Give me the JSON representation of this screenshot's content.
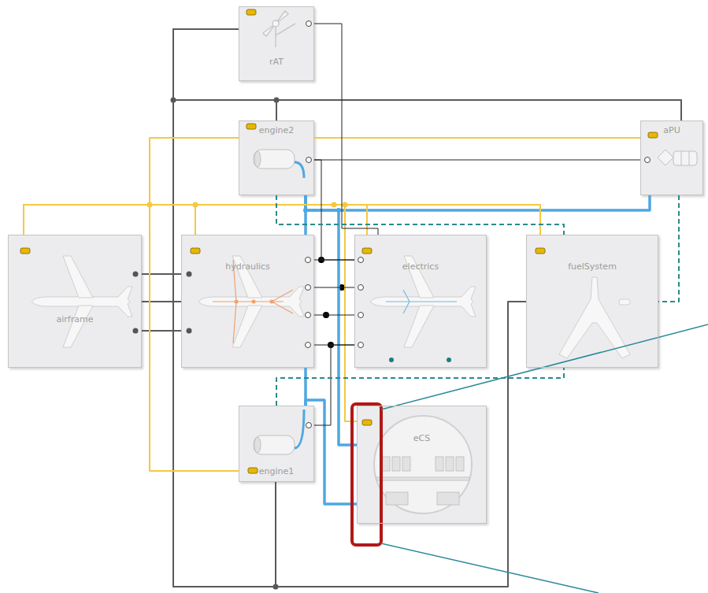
{
  "diagram": {
    "nodes": [
      {
        "text": [
          "rAT"
        ]
      },
      {
        "text": [
          "engine2"
        ]
      },
      {
        "text": [
          "aPU"
        ]
      },
      {
        "text": [
          "airframe"
        ]
      },
      {
        "text": [
          "hydraulics"
        ]
      },
      {
        "text": [
          "electrics"
        ]
      },
      {
        "text": [
          "fuelSystem"
        ]
      },
      {
        "text": [
          "engine1"
        ]
      },
      {
        "text": [
          "eCS"
        ]
      }
    ],
    "edges": [
      {
        "from": 0,
        "to": 1,
        "arrow": "none"
      },
      {
        "from": 1,
        "to": 2,
        "arrow": "none"
      },
      {
        "from": 0,
        "to": 7,
        "arrow": "none"
      },
      {
        "from": 7,
        "to": 6,
        "arrow": "none"
      },
      {
        "from": 3,
        "to": 4,
        "arrow": "none"
      },
      {
        "from": 3,
        "to": 4,
        "arrow": "none"
      },
      {
        "from": 3,
        "to": 4,
        "arrow": "none"
      },
      {
        "from": 1,
        "to": 4,
        "arrow": "none"
      },
      {
        "from": 1,
        "to": 2,
        "arrow": "none"
      },
      {
        "from": 7,
        "to": 4,
        "arrow": "none"
      },
      {
        "from": 7,
        "to": 8,
        "arrow": "none"
      },
      {
        "from": 1,
        "to": 8,
        "arrow": "none"
      },
      {
        "from": 3,
        "to": 1,
        "arrow": "none"
      },
      {
        "from": 3,
        "to": 4,
        "arrow": "none"
      },
      {
        "from": 3,
        "to": 7,
        "arrow": "none"
      },
      {
        "from": 1,
        "to": 2,
        "arrow": "none"
      },
      {
        "from": 4,
        "to": 6,
        "arrow": "none"
      },
      {
        "from": 4,
        "to": 5,
        "arrow": "none"
      },
      {
        "from": 4,
        "to": 8,
        "arrow": "none"
      },
      {
        "from": 4,
        "to": 5,
        "arrow": "none"
      },
      {
        "from": 4,
        "to": 5,
        "arrow": "none"
      },
      {
        "from": 4,
        "to": 5,
        "arrow": "none"
      },
      {
        "from": 4,
        "to": 5,
        "arrow": "none"
      },
      {
        "from": 1,
        "to": 5,
        "arrow": "none"
      },
      {
        "from": 7,
        "to": 5,
        "arrow": "none"
      },
      {
        "from": 0,
        "to": 5,
        "arrow": "none"
      },
      {
        "from": 1,
        "to": 2,
        "arrow": "none"
      },
      {
        "from": 1,
        "to": 6,
        "arrow": "none"
      },
      {
        "from": 7,
        "to": 6,
        "arrow": "none"
      },
      {
        "from": 2,
        "to": 6,
        "arrow": "none"
      }
    ]
  }
}
